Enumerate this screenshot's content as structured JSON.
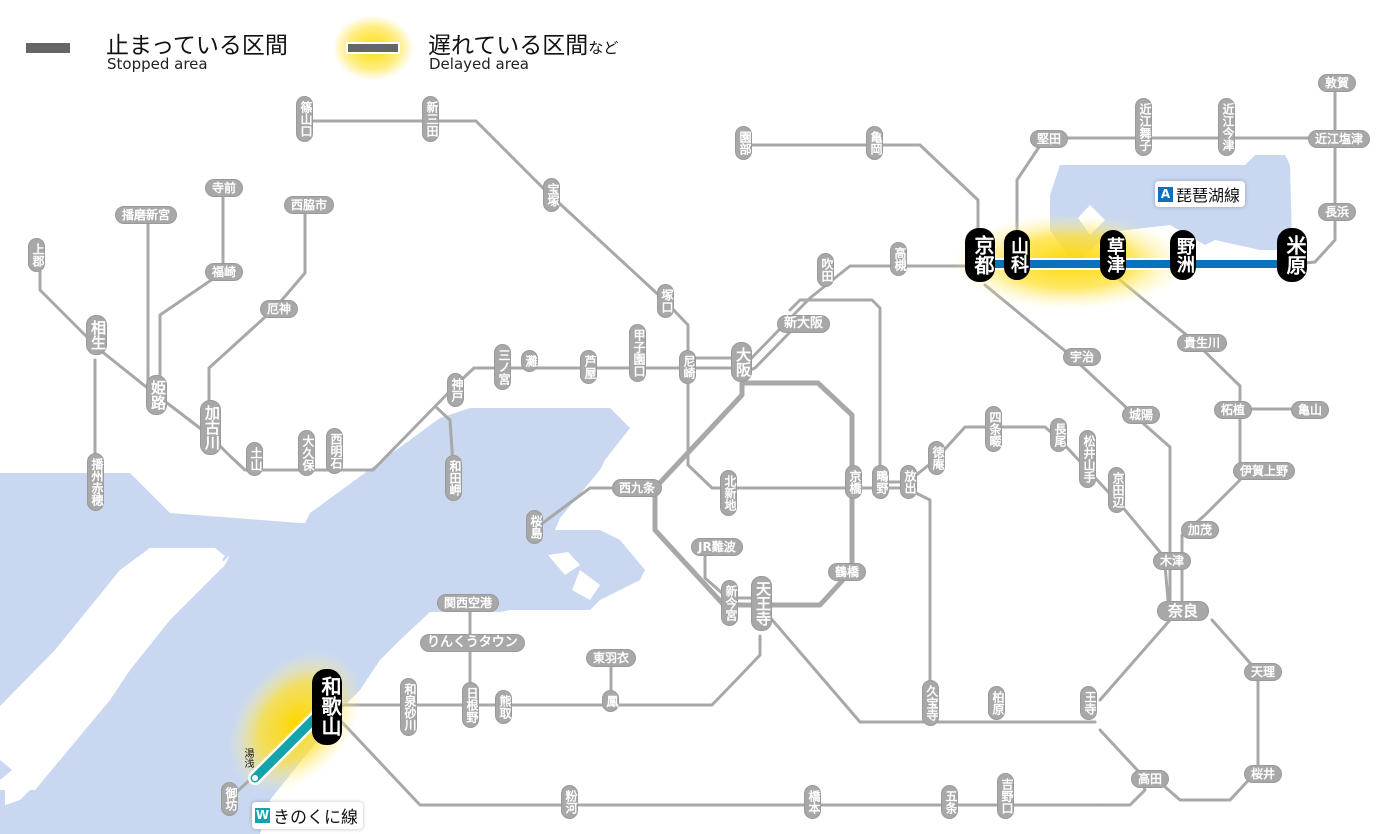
{
  "legend": {
    "stopped": {
      "label_jp": "止まっている区間",
      "label_en": "Stopped area"
    },
    "delayed": {
      "label_jp": "遅れている区間",
      "label_jp_suffix": "など",
      "label_en": "Delayed area"
    }
  },
  "colors": {
    "water": "#c9d8f0",
    "track": "#a8a8a8",
    "station": "#a8a8a8",
    "stopped": "#666666",
    "delay_glow": "#ffd800",
    "biwako_line": "#0072bc",
    "kinokuni_line": "#00a0a8",
    "major_station": "#000000"
  },
  "lines": {
    "biwako": {
      "badge": "A",
      "name": "琵琶湖線",
      "status": "delayed",
      "from": "京都",
      "to": "米原"
    },
    "kinokuni": {
      "badge": "W",
      "name": "きのくに線",
      "status": "delayed",
      "from": "和歌山",
      "to": "湯浅"
    }
  },
  "highlighted_stations": {
    "kyoto": "京都",
    "yamashina": "山科",
    "kusatsu": "草津",
    "yasu": "野洲",
    "maibara": "米原",
    "wakayama": "和歌山",
    "yuasa": "湯浅"
  },
  "stations": {
    "sasayamaguchi": "篠山口",
    "shinsanda": "新三田",
    "takarazuka": "宝塚",
    "tsukaguchi": "塚口",
    "sonobe": "園部",
    "kameoka": "亀岡",
    "katata": "堅田",
    "omimaiko": "近江舞子",
    "omiimazu": "近江今津",
    "tsuruga": "敦賀",
    "omishiotsu": "近江塩津",
    "nagahama": "長浜",
    "takatsuki": "高槻",
    "suita": "吹田",
    "shinosaka": "新大阪",
    "osaka": "大阪",
    "amagasaki": "尼崎",
    "koshienguchi": "甲子園口",
    "ashiya": "芦屋",
    "nada": "灘",
    "sannomiya": "三ノ宮",
    "kobe": "神戸",
    "wadamisaki": "和田岬",
    "nishiakashi": "西明石",
    "okubo": "大久保",
    "tsuchiyama": "土山",
    "kakogawa": "加古川",
    "yakujin": "厄神",
    "nishiwakishi": "西脇市",
    "fukusaki": "福崎",
    "teramae": "寺前",
    "harimashingu": "播磨新宮",
    "himeji": "姫路",
    "aioi": "相生",
    "kamigori": "上郡",
    "banshuako": "播州赤穂",
    "nishikujo": "西九条",
    "sakurajima": "桜島",
    "kitashinchi": "北新地",
    "kyobashi": "京橋",
    "shigino": "鴫野",
    "hanaten": "放出",
    "tokuan": "徳庵",
    "shijonawate": "四条畷",
    "nagao": "長尾",
    "matsuiyamate": "松井山手",
    "kyotanabe": "京田辺",
    "uji": "宇治",
    "joyo": "城陽",
    "kizu": "木津",
    "kamo": "加茂",
    "iga_ueno": "伊賀上野",
    "tsuge": "柘植",
    "kameyama": "亀山",
    "kibukawa": "貴生川",
    "nara": "奈良",
    "tenri": "天理",
    "sakurai": "桜井",
    "oji": "王寺",
    "kashiwara": "柏原",
    "kyuhoji": "久宝寺",
    "takada": "高田",
    "yoshinoguchi": "吉野口",
    "gojo": "五条",
    "hashimoto": "橋本",
    "kokawa": "粉河",
    "jr_namba": "JR難波",
    "shinimamiya": "新今宮",
    "tennoji": "天王寺",
    "tsuruhashi": "鶴橋",
    "higashihagoromo": "東羽衣",
    "otori": "鳳",
    "kumatori": "熊取",
    "hineno": "日根野",
    "rinku_town": "りんくうタウン",
    "kansai_airport": "関西空港",
    "izumisunagawa": "和泉砂川",
    "gobo": "御坊"
  }
}
